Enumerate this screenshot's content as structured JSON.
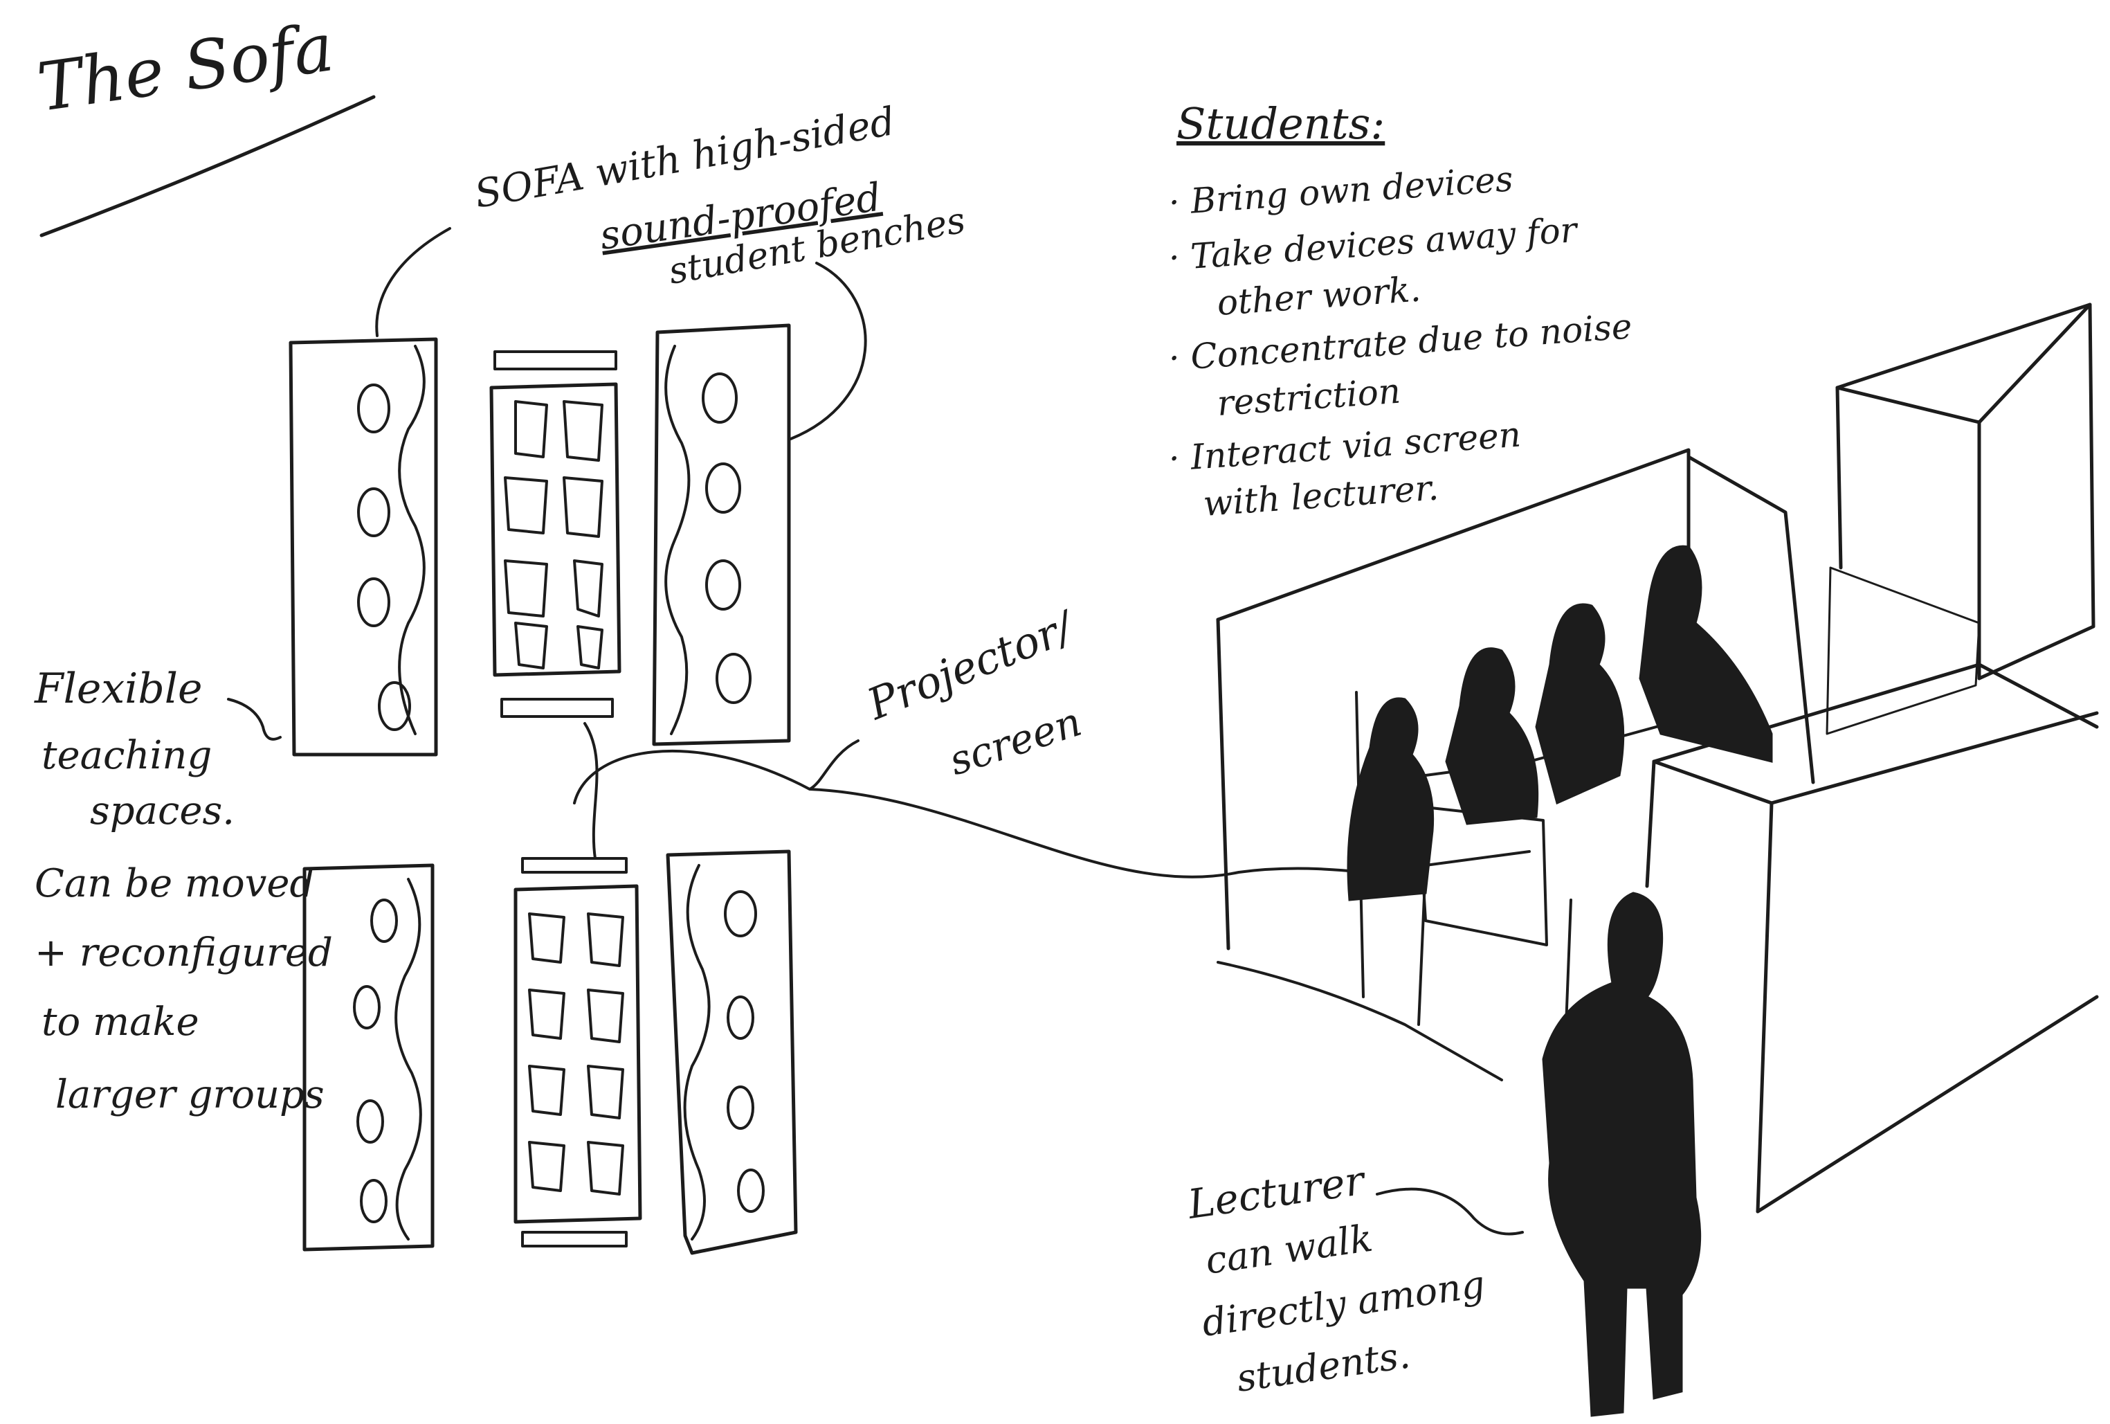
{
  "title": "The Sofa",
  "labels": {
    "sofa_note": [
      "SOFA with high-sided",
      "sound-proofed"
    ],
    "student_benches": "student benches",
    "flexible_note": [
      "Flexible",
      "teaching",
      "spaces."
    ],
    "movable_note": [
      "Can be moved",
      "+ reconfigured",
      "to make",
      "larger groups"
    ],
    "projector_note": [
      "Projector/",
      "screen"
    ],
    "lecturer_note": [
      "Lecturer",
      "can walk",
      "directly among",
      "students."
    ]
  },
  "student_notes": {
    "heading": "Students:",
    "items": [
      [
        "· Bring own devices"
      ],
      [
        "· Take devices away for",
        "other work."
      ],
      [
        "· Concentrate due to noise",
        "restriction"
      ],
      [
        "· Interact via screen",
        "with lecturer."
      ]
    ]
  },
  "colors": {
    "ink": "#1c1c1c",
    "paper": "#ffffff"
  }
}
